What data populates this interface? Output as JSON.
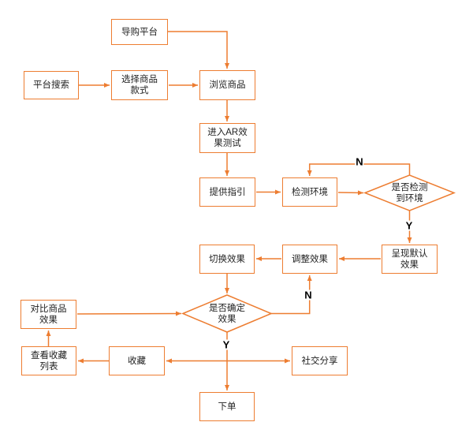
{
  "diagram": {
    "type": "flowchart",
    "colors": {
      "accent": "#ED7D31",
      "node_fill": "#FFFFFF",
      "node_text": "#1F1F1F",
      "branch_label_text": "#000000",
      "background": "#FFFFFF"
    },
    "nodes": [
      {
        "id": "guide-platform",
        "shape": "rect",
        "label": "导购平台"
      },
      {
        "id": "platform-search",
        "shape": "rect",
        "label": "平台搜索"
      },
      {
        "id": "select-product-style",
        "shape": "rect",
        "label": "选择商品\n款式"
      },
      {
        "id": "browse-products",
        "shape": "rect",
        "label": "浏览商品"
      },
      {
        "id": "enter-ar-effect-test",
        "shape": "rect",
        "label": "进入AR效\n果测试"
      },
      {
        "id": "provide-guidance",
        "shape": "rect",
        "label": "提供指引"
      },
      {
        "id": "detect-environment",
        "shape": "rect",
        "label": "检测环境"
      },
      {
        "id": "environment-detected",
        "shape": "diamond",
        "label": "是否检测\n到环境"
      },
      {
        "id": "show-default-effect",
        "shape": "rect",
        "label": "呈现默认\n效果"
      },
      {
        "id": "adjust-effect",
        "shape": "rect",
        "label": "调整效果"
      },
      {
        "id": "switch-effect",
        "shape": "rect",
        "label": "切换效果"
      },
      {
        "id": "effect-confirmed",
        "shape": "diamond",
        "label": "是否确定\n效果"
      },
      {
        "id": "compare-product-effect",
        "shape": "rect",
        "label": "对比商品\n效果"
      },
      {
        "id": "view-favorites-list",
        "shape": "rect",
        "label": "查看收藏\n列表"
      },
      {
        "id": "favorite",
        "shape": "rect",
        "label": "收藏"
      },
      {
        "id": "social-share",
        "shape": "rect",
        "label": "社交分享"
      },
      {
        "id": "place-order",
        "shape": "rect",
        "label": "下单"
      }
    ],
    "edges": [
      {
        "from": "platform-search",
        "to": "select-product-style"
      },
      {
        "from": "select-product-style",
        "to": "browse-products"
      },
      {
        "from": "guide-platform",
        "to": "browse-products"
      },
      {
        "from": "browse-products",
        "to": "enter-ar-effect-test"
      },
      {
        "from": "enter-ar-effect-test",
        "to": "provide-guidance"
      },
      {
        "from": "provide-guidance",
        "to": "detect-environment"
      },
      {
        "from": "detect-environment",
        "to": "environment-detected"
      },
      {
        "from": "environment-detected",
        "to": "detect-environment",
        "label": "N"
      },
      {
        "from": "environment-detected",
        "to": "show-default-effect",
        "label": "Y"
      },
      {
        "from": "show-default-effect",
        "to": "adjust-effect"
      },
      {
        "from": "adjust-effect",
        "to": "switch-effect"
      },
      {
        "from": "switch-effect",
        "to": "effect-confirmed"
      },
      {
        "from": "effect-confirmed",
        "to": "adjust-effect",
        "label": "N"
      },
      {
        "from": "compare-product-effect",
        "to": "effect-confirmed"
      },
      {
        "from": "effect-confirmed",
        "to": "place-order",
        "label": "Y"
      },
      {
        "from": "effect-confirmed",
        "to": "favorite"
      },
      {
        "from": "effect-confirmed",
        "to": "social-share"
      },
      {
        "from": "favorite",
        "to": "view-favorites-list"
      },
      {
        "from": "view-favorites-list",
        "to": "compare-product-effect"
      }
    ]
  }
}
